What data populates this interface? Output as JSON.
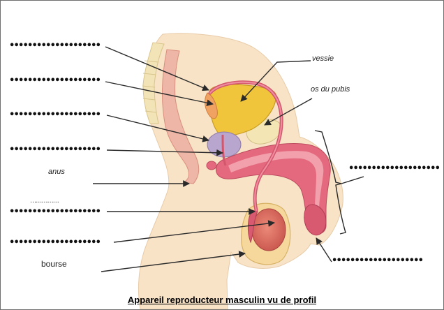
{
  "figure": {
    "caption": "Appareil reproducteur masculin vu de profil",
    "blank_label": "••••••••••••••••••••",
    "short_blank": "……………",
    "labels": {
      "vessie": "vessie",
      "os_pubis": "os du pubis",
      "anus": "anus",
      "bourse": "bourse"
    },
    "colors": {
      "skin": "#f8e3c6",
      "bladder": "#f0c53c",
      "organ_pink": "#e4697e",
      "prostate": "#b9a6cf",
      "bone": "#f4e6b4"
    }
  }
}
